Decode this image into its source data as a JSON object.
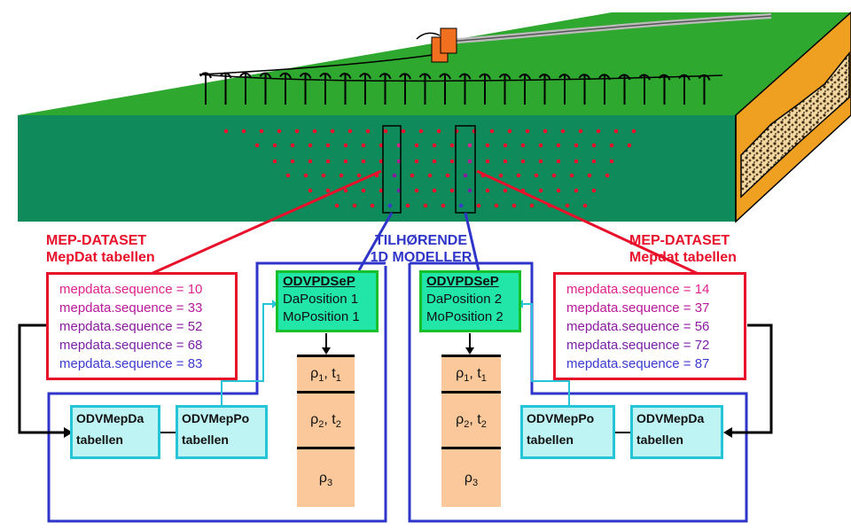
{
  "labels": {
    "left_dataset_line1": "MEP-DATASET",
    "left_dataset_line2": "MepDat tabellen",
    "right_dataset_line1": "MEP-DATASET",
    "right_dataset_line2": "Mepdat tabellen",
    "center_line1": "TILHØRENDE",
    "center_line2": "1D MODELLER"
  },
  "left_sequences": [
    {
      "text": "mepdata.sequence = 10",
      "color": "#e0208c"
    },
    {
      "text": "mepdata.sequence = 33",
      "color": "#b8189a"
    },
    {
      "text": "mepdata.sequence = 52",
      "color": "#8a1a9e"
    },
    {
      "text": "mepdata.sequence = 68",
      "color": "#7a20a8"
    },
    {
      "text": "mepdata.sequence = 83",
      "color": "#3a3ad0"
    }
  ],
  "right_sequences": [
    {
      "text": "mepdata.sequence = 14",
      "color": "#e0208c"
    },
    {
      "text": "mepdata.sequence = 37",
      "color": "#b8189a"
    },
    {
      "text": "mepdata.sequence = 56",
      "color": "#8a1a9e"
    },
    {
      "text": "mepdata.sequence = 72",
      "color": "#7a20a8"
    },
    {
      "text": "mepdata.sequence = 87",
      "color": "#3a3ad0"
    }
  ],
  "odv_left": {
    "title": "ODVPDSeP",
    "line1": "DaPosition 1",
    "line2": "MoPosition 1"
  },
  "odv_right": {
    "title": "ODVPDSeP",
    "line1": "DaPosition 2",
    "line2": "MoPosition 2"
  },
  "tables": {
    "left_da": {
      "line1": "ODVMepDa",
      "line2": "tabellen"
    },
    "left_po": {
      "line1": "ODVMepPo",
      "line2": "tabellen"
    },
    "right_po": {
      "line1": "ODVMepPo",
      "line2": "tabellen"
    },
    "right_da": {
      "line1": "ODVMepDa",
      "line2": "tabellen"
    }
  },
  "layers_left": {
    "l1": {
      "rho": "ρ",
      "sub1": "1",
      "t": ", t",
      "sub2": "1"
    },
    "l2": {
      "rho": "ρ",
      "sub1": "2",
      "t": ", t",
      "sub2": "2"
    },
    "l3": {
      "rho": "ρ",
      "sub1": "3"
    }
  },
  "layers_right": {
    "l1": {
      "rho": "ρ",
      "sub1": "1",
      "t": ", t",
      "sub2": "1"
    },
    "l2": {
      "rho": "ρ",
      "sub1": "2",
      "t": ", t",
      "sub2": "2"
    },
    "l3": {
      "rho": "ρ",
      "sub1": "3"
    }
  },
  "colors": {
    "ground_top": "#2fa830",
    "ground_front": "#0f8a5a",
    "dataset_red": "#e8102a",
    "model_blue": "#2f35c8",
    "odv_fill": "#22e6a8",
    "table_fill": "#bff4f4",
    "layer_fill": "#fac89a",
    "soil_orange": "#f0a020"
  }
}
